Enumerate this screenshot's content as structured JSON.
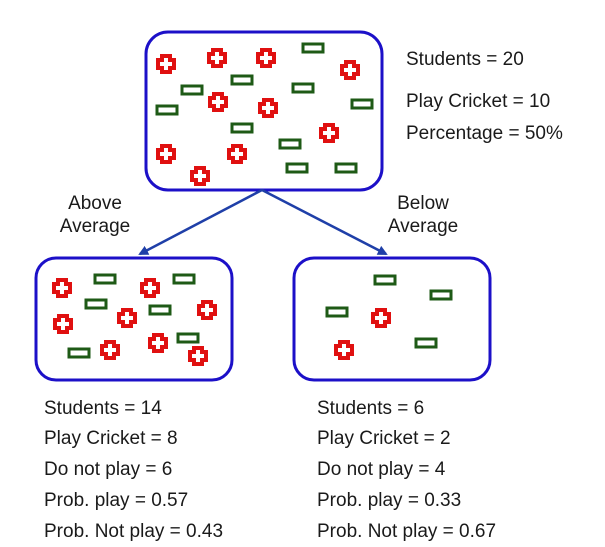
{
  "root": {
    "stats": [
      "Students = 20",
      "Play Cricket = 10",
      "Percentage = 50%"
    ],
    "symbols": [
      "plus",
      "plus",
      "plus",
      "minus",
      "plus",
      "minus",
      "minus",
      "plus",
      "plus",
      "minus",
      "minus",
      "minus",
      "plus",
      "minus",
      "plus",
      "plus",
      "minus",
      "minus",
      "plus",
      "minus"
    ]
  },
  "branches": {
    "left": "Above\nAverage",
    "right": "Below\nAverage"
  },
  "left_node": {
    "stats": [
      "Students = 14",
      "Play Cricket = 8",
      "Do not play = 6",
      "Prob. play = 0.57",
      "Prob. Not play = 0.43"
    ],
    "symbols": [
      "plus",
      "minus",
      "plus",
      "minus",
      "minus",
      "plus",
      "plus",
      "minus",
      "plus",
      "plus",
      "minus",
      "minus",
      "plus",
      "plus"
    ]
  },
  "right_node": {
    "stats": [
      "Students = 6",
      "Play Cricket = 2",
      "Do not play = 4",
      "Prob. play = 0.33",
      "Prob. Not play = 0.67"
    ],
    "symbols": [
      "minus",
      "minus",
      "minus",
      "plus",
      "minus",
      "plus"
    ]
  },
  "colors": {
    "box_border": "#1c10c8",
    "arrow": "#1f3fa8",
    "plus": "#e01010",
    "minus": "#1e5a16",
    "text": "#1a1a1a"
  }
}
